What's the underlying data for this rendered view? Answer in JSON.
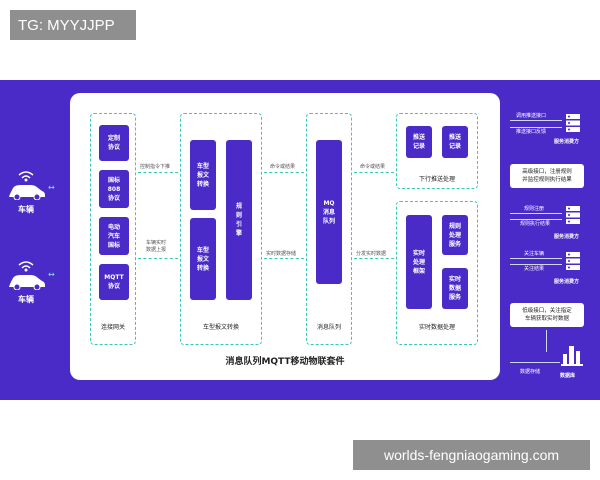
{
  "tag": "TG: MYYJJPP",
  "watermark": "worlds-fengniaogaming.com",
  "diagram": {
    "title": "消息队列MQTT移动物联套件",
    "vehicles": [
      "车辆",
      "车辆"
    ],
    "gateway": {
      "label": "连接网关",
      "blocks": [
        "定制\n协议",
        "国标\n808\n协议",
        "电动\n汽车\n国标",
        "MQTT\n协议"
      ]
    },
    "converter": {
      "label": "车型报文转换",
      "blocks": [
        "车型\n报文\n转换",
        "车型\n报文\n转换",
        "规\n则\n引\n擎"
      ]
    },
    "queue": {
      "label": "消息队列",
      "block": "MQ\n消息\n队列"
    },
    "downstream": {
      "label": "下行推送处理",
      "blocks": [
        "推送\n记录",
        "推送\n记录"
      ]
    },
    "realtime": {
      "label": "实时数据处理",
      "blocks": [
        "实时\n处理\n框架",
        "规则\n处理\n服务",
        "实时\n数据\n服务"
      ]
    },
    "arrows": {
      "control_down": "控制指令下推",
      "vehicle_up": "车辆实时\n数据上报",
      "cmd_result_1": "命令或结果",
      "realtime_store": "实时数据存储",
      "cmd_result_2": "命令或结果",
      "dist_realtime": "分发实时数据"
    },
    "right": {
      "push_api": "调用推送接口",
      "push_ack": "推送接口反馈",
      "consumer1": "服务消费方",
      "advanced_box": "高级接口，注册规则\n并监控规则执行结果",
      "rule_reg": "规则注册",
      "rule_result": "规则执行结果",
      "consumer2": "服务消费方",
      "follow_vehicle": "关注车辆",
      "follow_result": "关注结果",
      "consumer3": "服务消费方",
      "basic_box": "低级接口，关注指定\n车辆获取实时数据",
      "data_store": "数据存储",
      "database": "数据库"
    }
  }
}
